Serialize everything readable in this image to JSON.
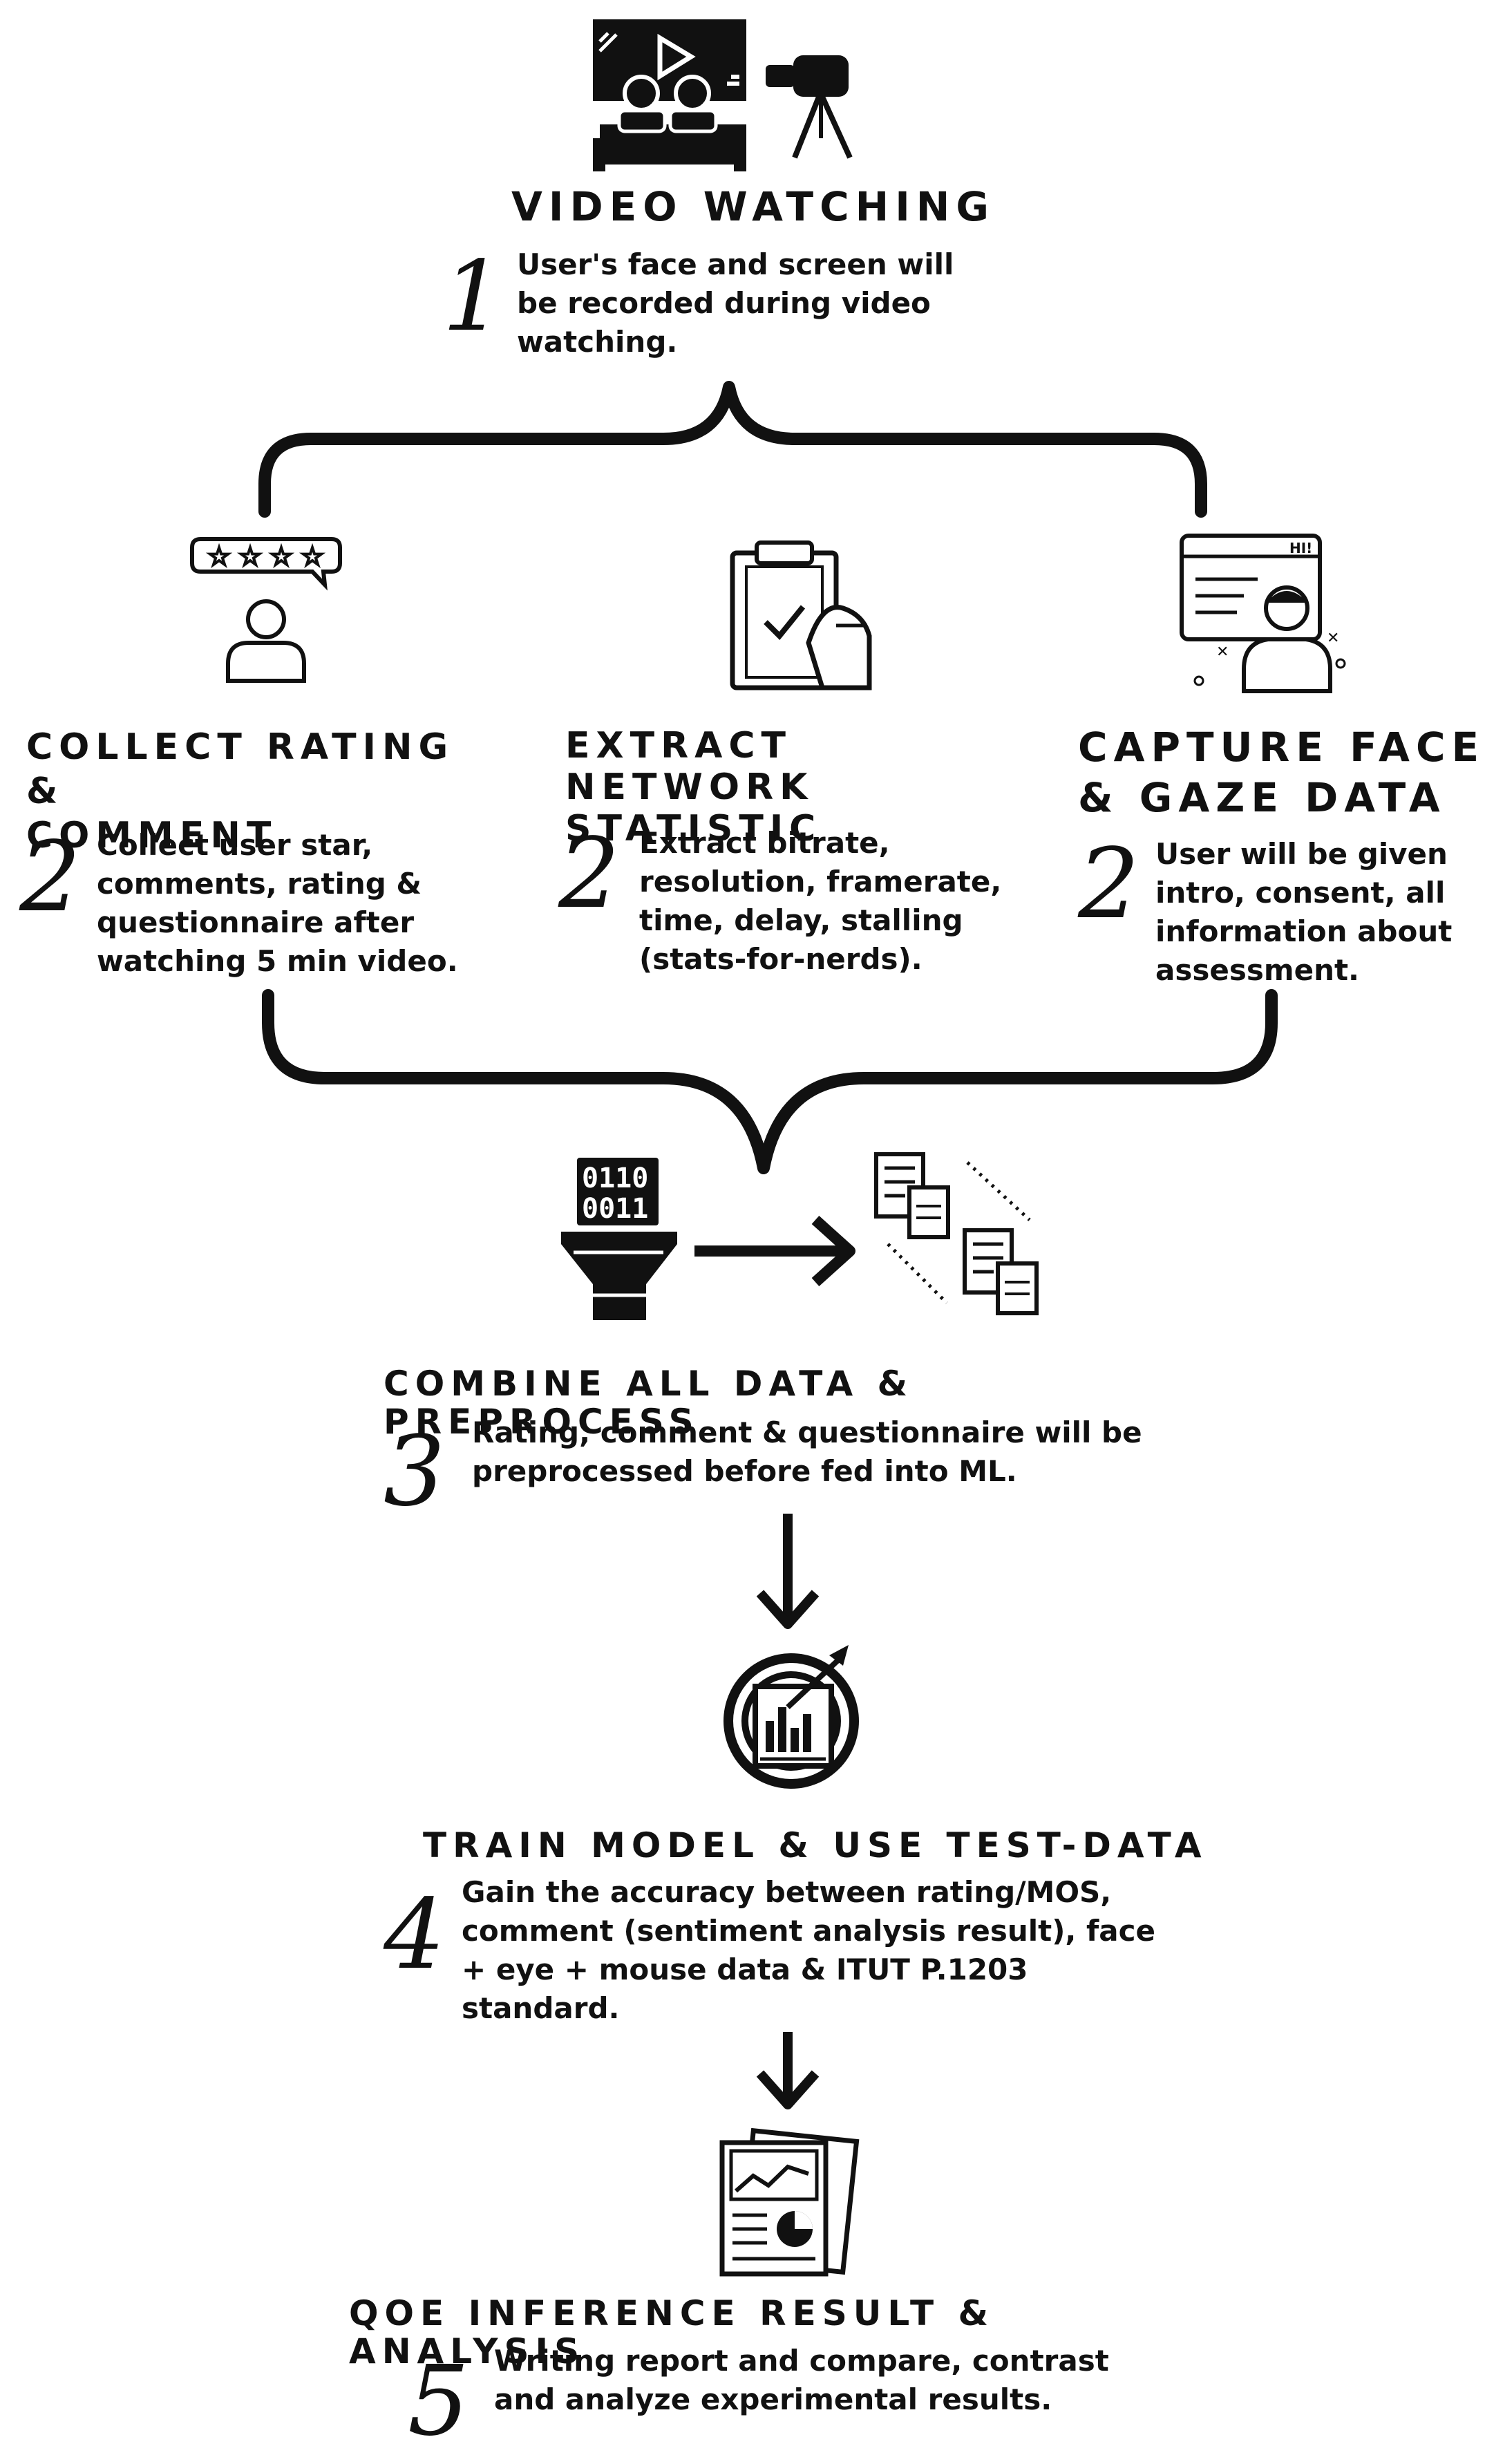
{
  "steps": {
    "video_watching": {
      "title": "VIDEO WATCHING",
      "number": "1",
      "description": "User's face and screen will\nbe recorded during video\nwatching."
    },
    "collect_rating": {
      "title": "COLLECT RATING &\nCOMMENT",
      "number": "2",
      "description": "Collect user star,\ncomments, rating &\nquestionnaire after\nwatching 5 min video."
    },
    "extract_network": {
      "title": "EXTRACT NETWORK\nSTATISTIC",
      "number": "2",
      "description": "Extract bitrate,\nresolution, framerate,\ntime, delay, stalling\n(stats-for-nerds)."
    },
    "capture_face": {
      "title": "CAPTURE FACE\n& GAZE DATA",
      "number": "2",
      "description": "User will be given\nintro, consent, all\ninformation about\nassessment."
    },
    "combine": {
      "title": "COMBINE ALL DATA & PREPROCESS",
      "number": "3",
      "description": "Rating, comment & questionnaire will be\npreprocessed before fed into ML."
    },
    "train": {
      "title": "TRAIN MODEL & USE TEST-DATA",
      "number": "4",
      "description": "Gain the accuracy between rating/MOS,\ncomment (sentiment analysis result), face\n+ eye + mouse data & ITUT P.1203\nstandard."
    },
    "qoe": {
      "title": "QOE INFERENCE RESULT & ANALYSIS",
      "number": "5",
      "description": "Writing report and compare, contrast\nand analyze experimental results."
    }
  },
  "icons": {
    "video_watching": "video-screen-camera-icon",
    "collect_rating": "star-rating-user-icon",
    "extract_network": "clipboard-check-icon",
    "capture_face": "face-screen-user-icon",
    "combine": "binary-funnel-documents-icon",
    "train": "target-chart-icon",
    "qoe": "report-chart-icon"
  },
  "binary_labels": [
    "0110",
    "0011"
  ],
  "hi_label": "HI!",
  "colors": {
    "ink": "#111111",
    "background": "#ffffff"
  }
}
